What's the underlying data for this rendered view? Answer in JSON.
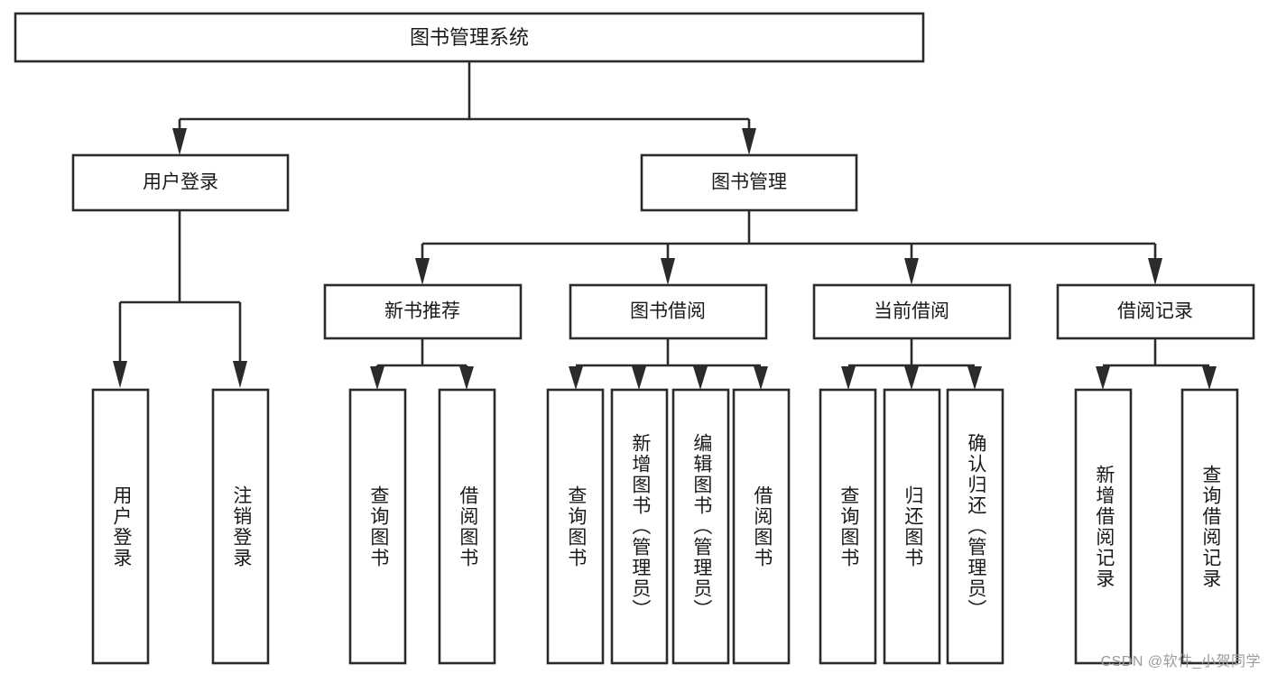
{
  "diagram": {
    "type": "tree-hierarchy",
    "title": "图书管理系统",
    "orientation": "top-down",
    "colors": {
      "box_fill": "#ffffff",
      "box_border": "#2b2b2b",
      "text": "#1a1a1a",
      "background": "#ffffff",
      "watermark": "#9b9b9b"
    },
    "root": {
      "label": "图书管理系统"
    },
    "level2": [
      {
        "label": "用户登录"
      },
      {
        "label": "图书管理"
      }
    ],
    "level3": [
      {
        "label": "新书推荐"
      },
      {
        "label": "图书借阅"
      },
      {
        "label": "当前借阅"
      },
      {
        "label": "借阅记录"
      }
    ],
    "leaves": {
      "user_login": [
        {
          "label": "用户登录"
        },
        {
          "label": "注销登录"
        }
      ],
      "new_book_recommend": [
        {
          "label": "查询图书"
        },
        {
          "label": "借阅图书"
        }
      ],
      "book_borrow": [
        {
          "label": "查询图书"
        },
        {
          "label": "新增图书（管理员）"
        },
        {
          "label": "编辑图书（管理员）"
        },
        {
          "label": "借阅图书"
        }
      ],
      "current_borrow": [
        {
          "label": "查询图书"
        },
        {
          "label": "归还图书"
        },
        {
          "label": "确认归还（管理员）"
        }
      ],
      "borrow_record": [
        {
          "label": "新增借阅记录"
        },
        {
          "label": "查询借阅记录"
        }
      ]
    }
  },
  "watermark": {
    "text": "CSDN @软件_小贺同学"
  }
}
